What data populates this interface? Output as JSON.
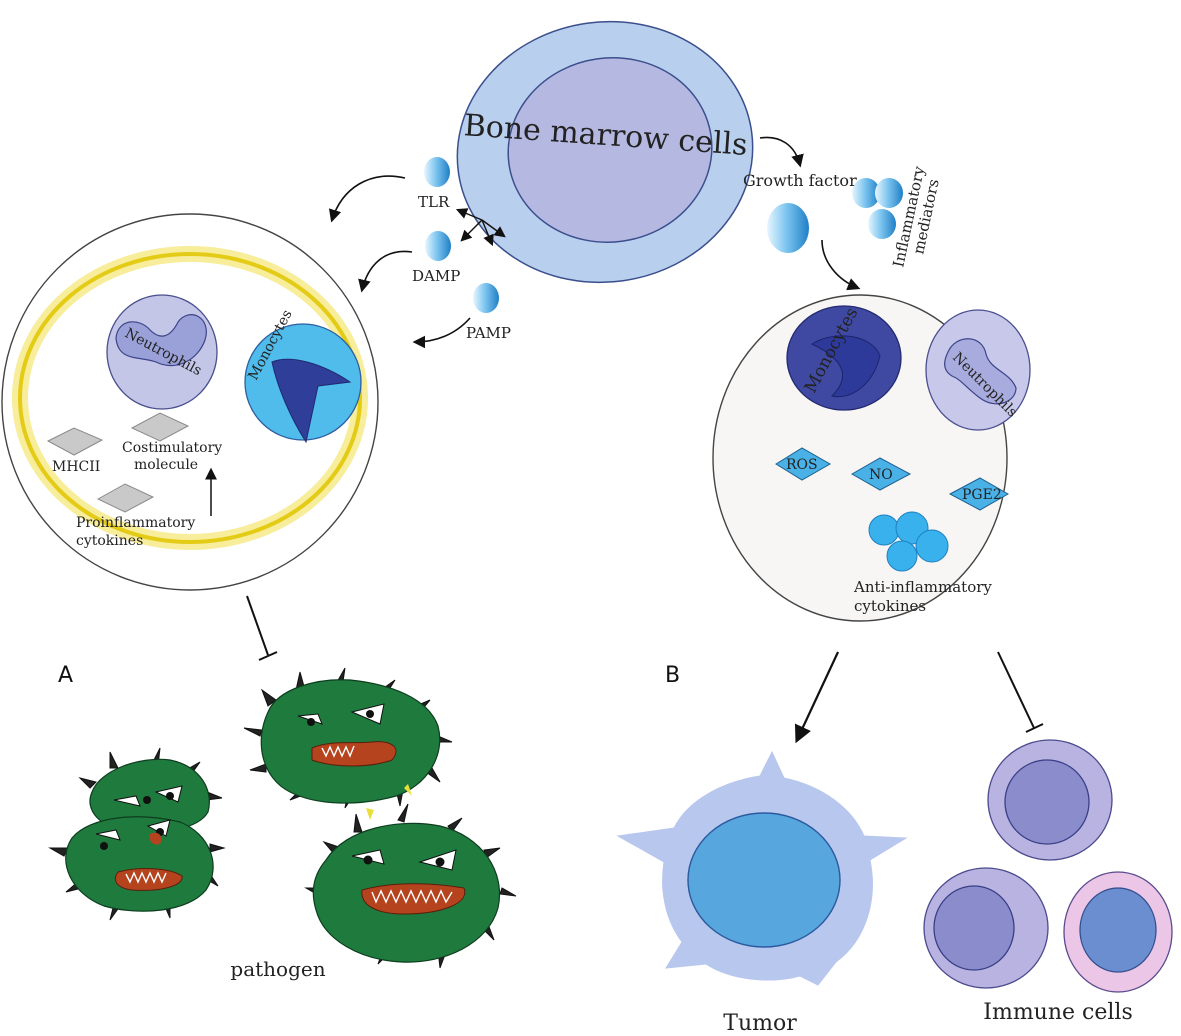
{
  "labels": {
    "bone_marrow": "Bone marrow cells",
    "tlr": "TLR",
    "damp": "DAMP",
    "pamp": "PAMP",
    "growth_factor": "Growth factor",
    "inflammatory_mediators_1": "Inflammatory",
    "inflammatory_mediators_2": "mediators",
    "panel_a": "A",
    "panel_b": "B",
    "pathogen": "pathogen",
    "tumor": "Tumor",
    "immune_cells": "Immune cells"
  },
  "left_cell": {
    "neutrophils": "Neutrophils",
    "monocytes": "Monocytes",
    "mhcii": "MHCII",
    "costim_1": "Costimulatory",
    "costim_2": "molecule",
    "proinf_1": "Proinflammatory",
    "proinf_2": "cytokines"
  },
  "right_cell": {
    "monocytes": "Monocytes",
    "neutrophils": "Neutrophils",
    "ros": "ROS",
    "no": "NO",
    "pge2": "PGE2",
    "antiinf_1": "Anti-inflammatory",
    "antiinf_2": "cytokines"
  },
  "colors": {
    "bm_outer": "#b9cfee",
    "bm_inner": "#b5b9e2",
    "ball": "#2e8fd4",
    "yellow_ring": "#f0dc2a",
    "neutrophil": "#c4c6e8",
    "monocyte_light": "#48b8ec",
    "monocyte_dark": "#3e4a9e",
    "diamond_gray": "#c9c9c9",
    "diamond_blue": "#4ab1e6",
    "pathogen_green": "#1f7a3e",
    "mouth_red": "#b5441e",
    "tumor_outer": "#b8c7ee",
    "tumor_inner": "#57a6de",
    "immune_outer": "#b8b3e0",
    "immune_inner": "#8a8ccc",
    "immune_pink": "#ecc6e6",
    "immune_pink_inner": "#6a8ed0"
  }
}
